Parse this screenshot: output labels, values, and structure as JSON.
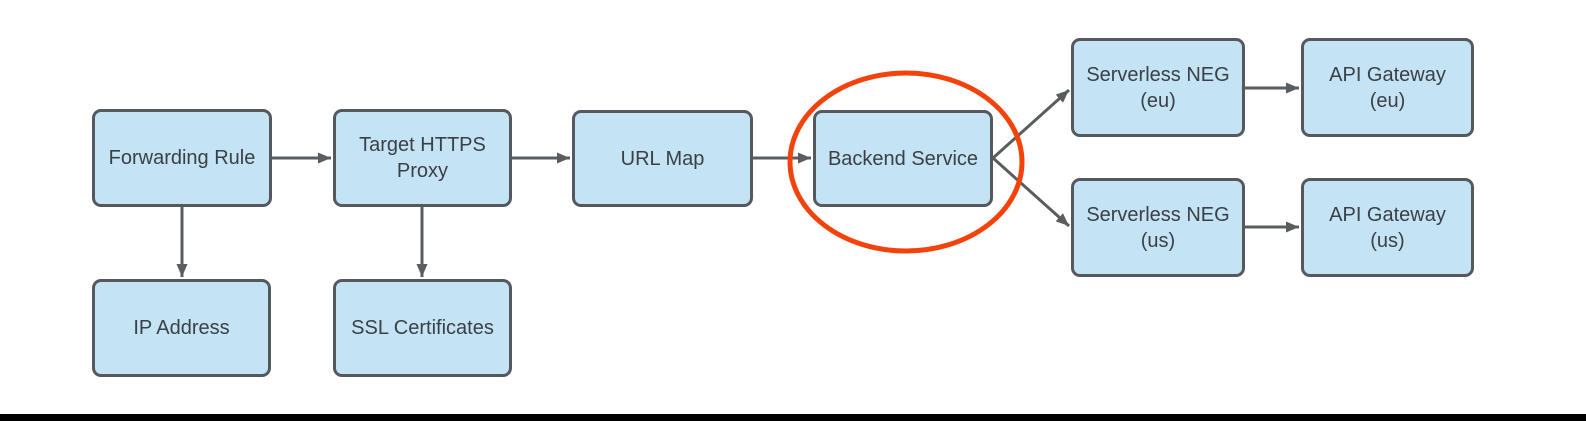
{
  "diagram": {
    "nodes": [
      {
        "id": "forwarding-rule",
        "label": "Forwarding Rule"
      },
      {
        "id": "target-https-proxy",
        "label": "Target HTTPS\nProxy"
      },
      {
        "id": "url-map",
        "label": "URL Map"
      },
      {
        "id": "backend-service",
        "label": "Backend Service",
        "highlighted": true
      },
      {
        "id": "serverless-neg-eu",
        "label": "Serverless NEG\n(eu)"
      },
      {
        "id": "api-gateway-eu",
        "label": "API Gateway\n(eu)"
      },
      {
        "id": "serverless-neg-us",
        "label": "Serverless NEG\n(us)"
      },
      {
        "id": "api-gateway-us",
        "label": "API Gateway\n(us)"
      },
      {
        "id": "ip-address",
        "label": "IP Address"
      },
      {
        "id": "ssl-certificates",
        "label": "SSL Certificates"
      }
    ],
    "edges": [
      {
        "from": "Forwarding Rule",
        "to": "Target HTTPS Proxy"
      },
      {
        "from": "Target HTTPS Proxy",
        "to": "URL Map"
      },
      {
        "from": "URL Map",
        "to": "Backend Service"
      },
      {
        "from": "Forwarding Rule",
        "to": "IP Address"
      },
      {
        "from": "Target HTTPS Proxy",
        "to": "SSL Certificates"
      },
      {
        "from": "Backend Service",
        "to": "Serverless NEG (eu)"
      },
      {
        "from": "Backend Service",
        "to": "Serverless NEG (us)"
      },
      {
        "from": "Serverless NEG (eu)",
        "to": "API Gateway (eu)"
      },
      {
        "from": "Serverless NEG (us)",
        "to": "API Gateway (us)"
      }
    ],
    "annotation": {
      "type": "ellipse",
      "around": "Backend Service",
      "color": "#f3430a"
    }
  },
  "colors": {
    "node_fill": "#c4e4f6",
    "node_border": "#55595e",
    "arrow": "#595d60",
    "text": "#3a4045",
    "highlight": "#f3430a",
    "bottom_bar": "#000000"
  }
}
